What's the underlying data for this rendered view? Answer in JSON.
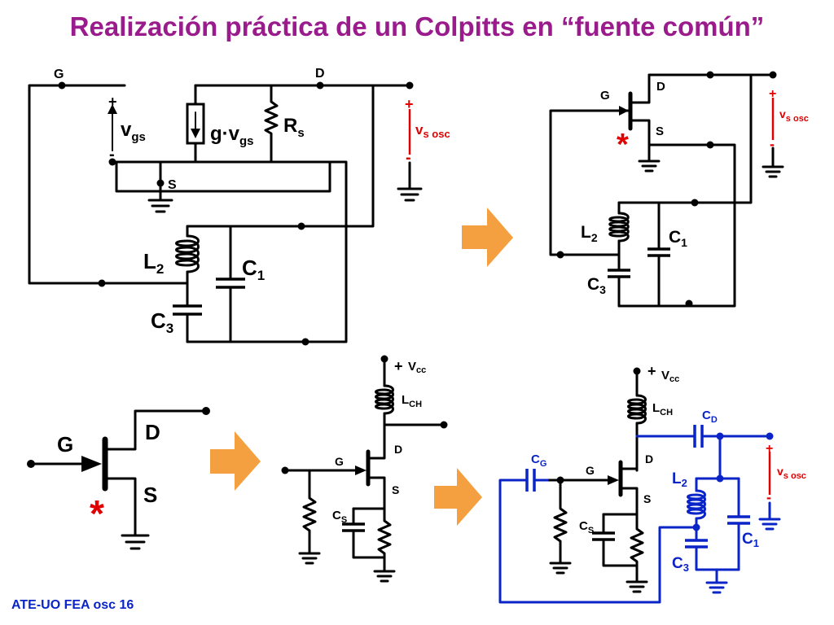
{
  "title": "Realización práctica de un Colpitts en “fuente común”",
  "footer": "ATE-UO FEA osc 16",
  "labels": {
    "g": "G",
    "d": "D",
    "s": "S",
    "plus": "+",
    "minus": "-",
    "vgs_main": "v",
    "vgs_sub": "gs",
    "gm_text": "g·v",
    "gm_sub": "gs",
    "rs_main": "R",
    "rs_sub": "s",
    "vs_main": "v",
    "vs_sub": "s osc",
    "l2_main": "L",
    "l2_sub": "2",
    "c1_main": "C",
    "c1_sub": "1",
    "c3_main": "C",
    "c3_sub": "3",
    "vcc_main": "V",
    "vcc_sub": "cc",
    "lch_main": "L",
    "lch_sub": "CH",
    "cs_main": "C",
    "cs_sub": "S",
    "cg_main": "C",
    "cg_sub": "G",
    "cd_main": "C",
    "cd_sub": "D",
    "star": "*"
  },
  "colors": {
    "title": "#9a1b8c",
    "footer": "#0a24c8",
    "output_port": "#e00000",
    "added_parts": "#0a24c8",
    "arrow": "#f4a040"
  }
}
